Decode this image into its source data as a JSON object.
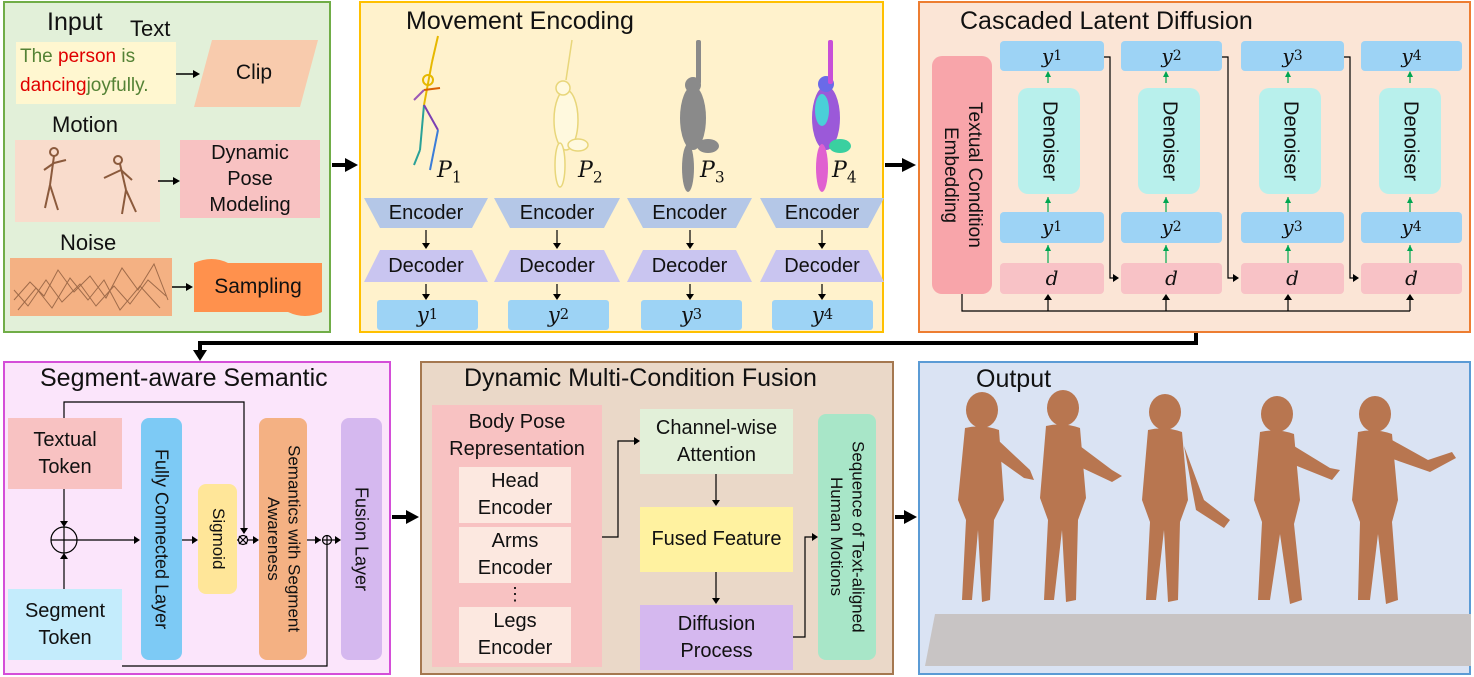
{
  "input_panel": {
    "title": "Input",
    "text_label": "Text",
    "sentence": {
      "w1": "The",
      "w2": "person",
      "w3": "is",
      "w4": "dancing",
      "w5": "joyfully."
    },
    "clip_label": "Clip",
    "motion_label": "Motion",
    "dpm_label": "Dynamic Pose Modeling",
    "noise_label": "Noise",
    "sampling_label": "Sampling"
  },
  "movement_panel": {
    "title": "Movement Encoding",
    "poses": [
      "P",
      "P",
      "P",
      "P"
    ],
    "pose_subs": [
      "1",
      "2",
      "3",
      "4"
    ],
    "encoder_label": "Encoder",
    "decoder_label": "Decoder",
    "outputs": [
      "y",
      "y",
      "y",
      "y"
    ],
    "output_subs": [
      "1",
      "2",
      "3",
      "4"
    ]
  },
  "diffusion_panel": {
    "title": "Cascaded Latent Diffusion",
    "condition_label": "Textual Condition Embedding",
    "denoiser_label": "Denoiser",
    "y_symbol": "y",
    "y_subs": [
      "1",
      "2",
      "3",
      "4"
    ],
    "d_label": "d"
  },
  "segment_panel": {
    "title": "Segment-aware Semantic",
    "textual_token": "Textual Token",
    "segment_token": "Segment Token",
    "fc_layer": "Fully Connected Layer",
    "sigmoid": "Sigmoid",
    "semantics": "Semantics with Segment Awareness",
    "fusion": "Fusion Layer"
  },
  "fusion_panel": {
    "title": "Dynamic Multi-Condition Fusion",
    "body_pose": "Body Pose Representation",
    "head_encoder": "Head Encoder",
    "arms_encoder": "Arms Encoder",
    "dots": "⋮",
    "legs_encoder": "Legs Encoder",
    "channel_attention": "Channel-wise Attention",
    "fused_feature": "Fused Feature",
    "diffusion_process": "Diffusion Process",
    "sequence": "Sequence of Text-aligned Human Motions"
  },
  "output_panel": {
    "title": "Output"
  },
  "colors": {
    "input_bg": "#e2f0d9",
    "input_border": "#70ad47",
    "movement_bg": "#fff2cc",
    "movement_border": "#ffc000",
    "diffusion_bg": "#fbe5d6",
    "diffusion_border": "#ed7d31",
    "segment_bg": "#fbe5fb",
    "segment_border": "#d44ed8",
    "fusion_bg": "#ead8c8",
    "fusion_border": "#a57850",
    "output_bg": "#dae3f3",
    "output_border": "#5b9bd5",
    "encoder": "#b4c7e7",
    "decoder": "#c9c5f0",
    "latent": "#9dd3f5",
    "denoiser": "#b8f0ec",
    "pink": "#f8c2c2",
    "cyan": "#c4ecfc",
    "sigmoid": "#ffe699",
    "orange": "#f4b183",
    "purple": "#d5b8ef",
    "green": "#a8e6c8",
    "figure": "#b87650"
  }
}
